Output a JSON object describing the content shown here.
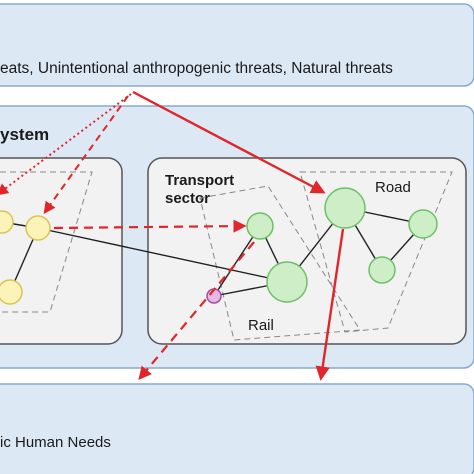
{
  "threats_text": "eats, Unintentional anthropogenic threats, Natural threats",
  "system_title": "ystem",
  "sector_title_line1": "Transport",
  "sector_title_line2": "sector",
  "road_label": "Road",
  "rail_label": "Rail",
  "needs_text": "ic Human Needs",
  "colors": {
    "band": "#dde8f5",
    "band_border": "#8aa8cf",
    "sector_fill": "#f2f2f2",
    "sector_border": "#555555",
    "arrow_red": "#e0262a",
    "node_green_fill": "#cdeec7",
    "node_green_stroke": "#6fbf66",
    "node_yellow_fill": "#fbf3b8",
    "node_yellow_stroke": "#d9c455",
    "node_pink_fill": "#e9b7e4",
    "node_pink_stroke": "#a0509a"
  }
}
